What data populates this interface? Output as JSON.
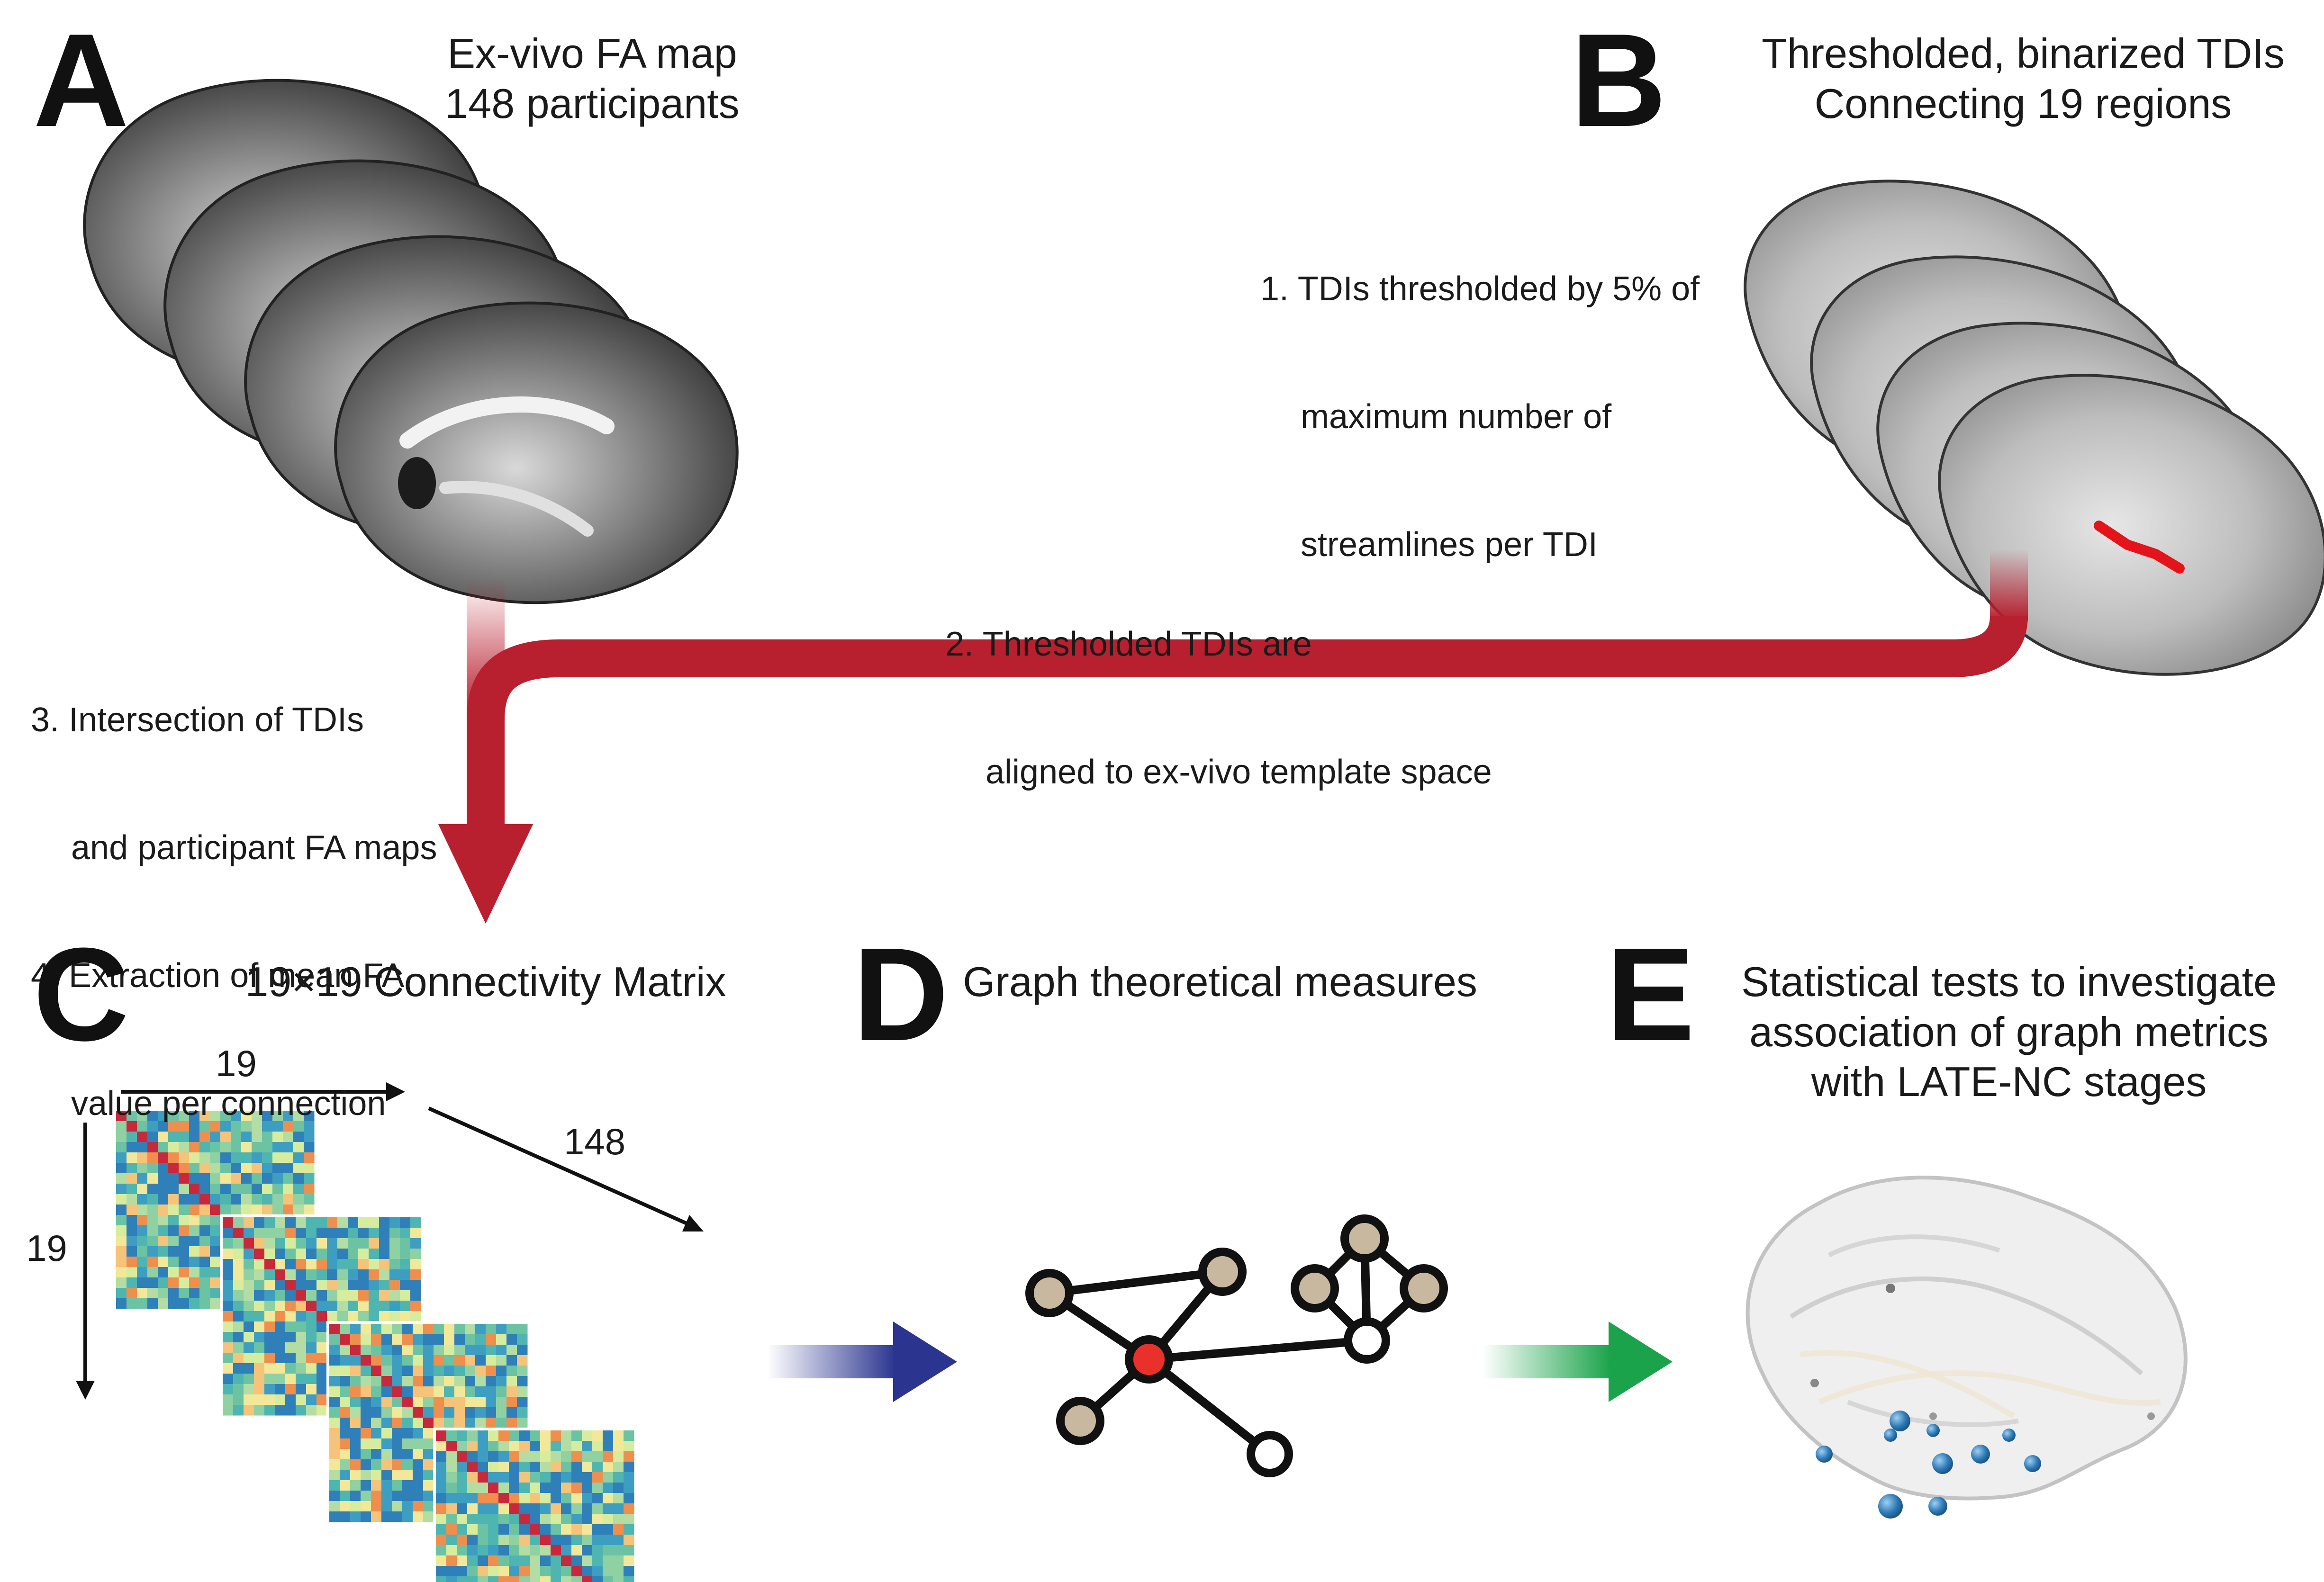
{
  "panels": {
    "a": {
      "letter": "A",
      "title_line1": "Ex-vivo FA map",
      "title_line2": "148 participants"
    },
    "b": {
      "letter": "B",
      "title_line1": "Thresholded, binarized TDIs",
      "title_line2": "Connecting 19 regions"
    },
    "c": {
      "letter": "C",
      "title": "19×19 Connectivity Matrix",
      "dim_cols": "19",
      "dim_rows": "19",
      "dim_depth": "148"
    },
    "d": {
      "letter": "D",
      "title": "Graph theoretical measures"
    },
    "e": {
      "letter": "E",
      "title_line1": "Statistical tests to investigate",
      "title_line2": "association of graph metrics",
      "title_line3": "with LATE-NC stages"
    }
  },
  "steps": {
    "step1_line1": "1. TDIs thresholded by 5% of",
    "step1_line2": "maximum number of",
    "step1_line3": "streamlines per TDI",
    "step2_line1": "2. Thresholded TDIs are",
    "step2_line2": "aligned to ex-vivo template space",
    "step3_line1": "3. Intersection of TDIs",
    "step3_line2": "and participant FA maps",
    "step4_line1": "4. Extraction of mean FA",
    "step4_line2": "value per connection"
  },
  "colors": {
    "flow_arrow": "#b81f2f",
    "blue_arrow": "#2b3590",
    "green_arrow": "#1aa34a",
    "hub_node": "#e8312a",
    "tan_node": "#c9b8a0",
    "tract_red": "#e4141b",
    "sphere_blue": "#2f7bb8"
  }
}
